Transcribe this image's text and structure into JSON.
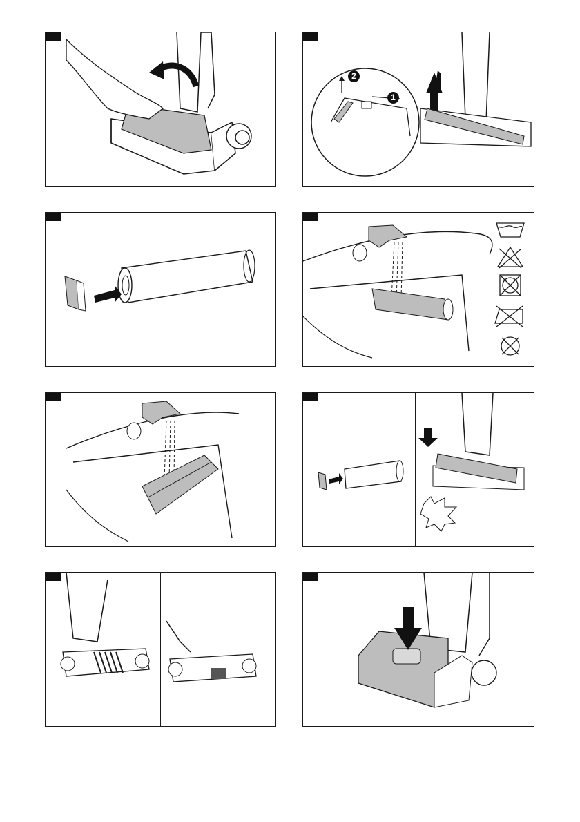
{
  "steps": [
    {
      "id": 1,
      "title": "",
      "callouts": []
    },
    {
      "id": 2,
      "title": "",
      "callouts": [
        "2",
        "1"
      ]
    },
    {
      "id": 3,
      "title": "",
      "callouts": []
    },
    {
      "id": 4,
      "title": "",
      "callouts": []
    },
    {
      "id": 5,
      "title": "",
      "callouts": []
    },
    {
      "id": 6,
      "title": "",
      "callouts": []
    },
    {
      "id": 7,
      "title": "",
      "callouts": []
    },
    {
      "id": 8,
      "title": "",
      "callouts": []
    }
  ],
  "care_symbols": [
    "wash-30-icon",
    "no-bleach-icon",
    "no-tumble-dry-icon",
    "no-iron-icon",
    "no-dry-clean-icon"
  ],
  "colors": {
    "line": "#1a1a1a",
    "fill_grey": "#bdbdbd",
    "dark": "#111111"
  }
}
